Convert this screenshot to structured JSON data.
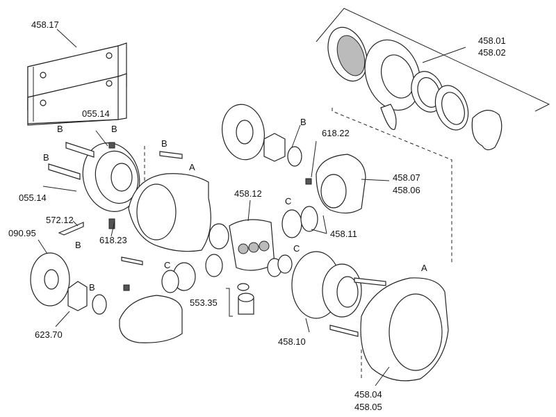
{
  "labels": {
    "p458_17": "458.17",
    "p055_14_top": "055.14",
    "p055_14_left": "055.14",
    "p090_95": "090.95",
    "p572_12": "572.12",
    "p618_23": "618.23",
    "p623_70": "623.70",
    "p458_01": "458.01",
    "p458_02": "458.02",
    "p618_22": "618.22",
    "p458_07": "458.07",
    "p458_06": "458.06",
    "p458_12": "458.12",
    "p458_11": "458.11",
    "p553_35": "553.35",
    "p458_10": "458.10",
    "p458_04": "458.04",
    "p458_05": "458.05",
    "letter_a1": "A",
    "letter_a2": "A",
    "letter_b1": "B",
    "letter_b2": "B",
    "letter_b3": "B",
    "letter_b4": "B",
    "letter_b5": "B",
    "letter_b6": "B",
    "letter_b7": "B",
    "letter_c1": "C",
    "letter_c2": "C",
    "letter_c3": "C"
  }
}
